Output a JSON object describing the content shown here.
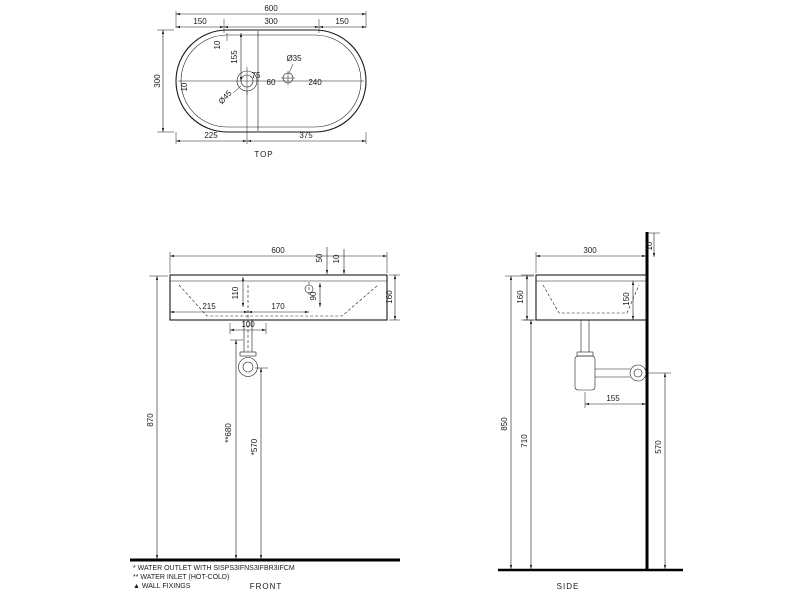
{
  "top": {
    "label": "TOP",
    "width_total": "600",
    "width_left": "150",
    "width_center": "300",
    "width_right": "150",
    "edge_offset": "10",
    "drain_from_back": "155",
    "depth_total": "300",
    "side_offset": "10",
    "drain_dia": "Ø45",
    "dim_75": "75",
    "dim_60": "60",
    "tap_dia": "Ø35",
    "dim_240": "240",
    "dim_225": "225",
    "dim_375": "375"
  },
  "front": {
    "label": "FRONT",
    "width_total": "600",
    "dim_50": "50",
    "dim_10": "10",
    "bowl_depth": "110",
    "height": "160",
    "dim_215": "215",
    "dim_170": "170",
    "dim_90": "90",
    "dim_100": "100",
    "floor_to_rim": "870",
    "inlet_height": "**680",
    "outlet_height": "*570"
  },
  "side": {
    "label": "SIDE",
    "depth_total": "300",
    "dim_10": "10",
    "front_height": "150",
    "height": "160",
    "trap_to_wall": "155",
    "back_height": "850",
    "floor_to_bottom": "710",
    "outlet_height": "570"
  },
  "notes": {
    "line1": "*  WATER OUTLET WITH SISPS3IFNS3IFBR3IFCM",
    "line2": "** WATER INLET  (HOT-COLD)",
    "line3": "▲  WALL FIXINGS"
  }
}
